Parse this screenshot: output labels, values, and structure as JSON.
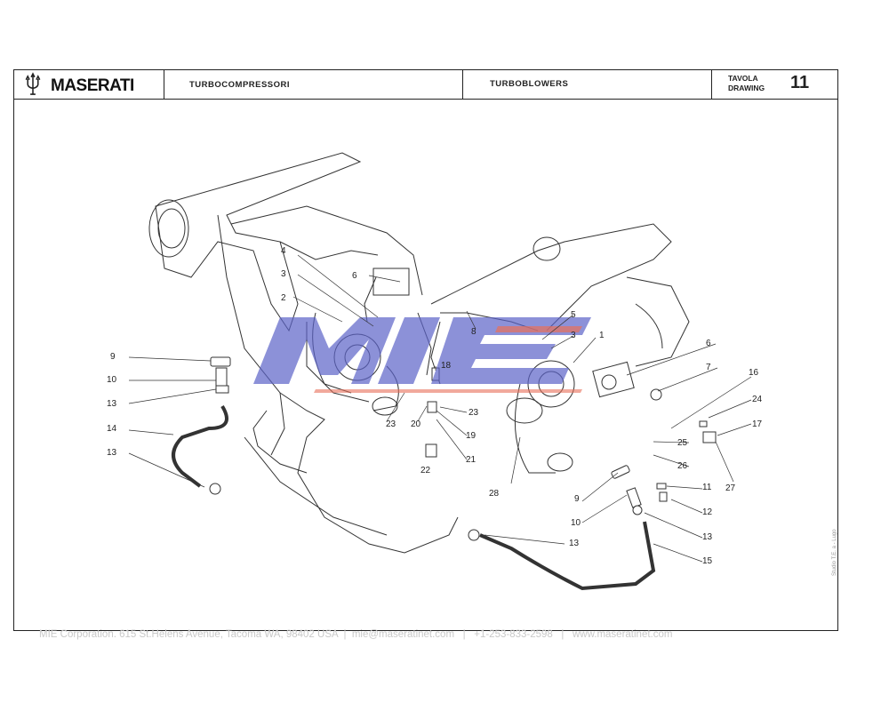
{
  "header": {
    "brand": "MASERATI",
    "title_it": "TURBOCOMPRESSORI",
    "title_en": "TURBOBLOWERS",
    "tavola_label": "TAVOLA",
    "drawing_label": "DRAWING",
    "drawing_number": "11"
  },
  "watermark": {
    "text": "MIE",
    "color": "#5b63c8",
    "accent_color": "#e8705a"
  },
  "callouts": {
    "c4": "4",
    "c3a": "3",
    "c2": "2",
    "c6a": "6",
    "c8": "8",
    "c5": "5",
    "c3b": "3",
    "c1": "1",
    "c6b": "6",
    "c7": "7",
    "c16": "16",
    "c24": "24",
    "c17": "17",
    "c25": "25",
    "c26": "26",
    "c27": "27",
    "c9a": "9",
    "c10a": "10",
    "c13a": "13",
    "c14": "14",
    "c13b": "13",
    "c18": "18",
    "c23a": "23",
    "c20": "20",
    "c23b": "23",
    "c19": "19",
    "c21": "21",
    "c22": "22",
    "c28": "28",
    "c9b": "9",
    "c10b": "10",
    "c11": "11",
    "c12": "12",
    "c13c": "13",
    "c13d": "13",
    "c15": "15"
  },
  "footer": {
    "company": "MIE Corporation. 615 St.Helens Avenue, Tacoma WA, 98402 USA",
    "email": "mie@maseratinet.com",
    "phone": "+1-253-833-2598",
    "website": "www.maseratinet.com",
    "separator": "|"
  },
  "side_note": "Studio T.E. a - Lugo"
}
